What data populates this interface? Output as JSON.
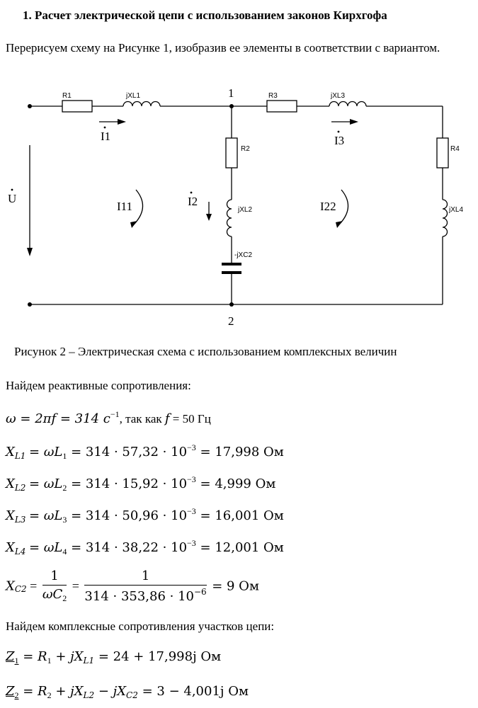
{
  "heading": "1.  Расчет электрической цепи с использованием законов Кирхгофа",
  "intro": "Перерисуем схему на Рисунке 1, изобразив ее элементы в соответствии с вариантом.",
  "circuit": {
    "labels": {
      "R1": "R1",
      "XL1": "jXL1",
      "R3": "R3",
      "XL3": "jXL3",
      "R2": "R2",
      "XL2": "jXL2",
      "XC2": "-jXC2",
      "R4": "R4",
      "XL4": "jXL4",
      "node1": "1",
      "node2": "2",
      "I1": "I1",
      "I2": "I2",
      "I3": "I3",
      "U": "U",
      "loop1": "I11",
      "loop2": "I22"
    }
  },
  "caption": "Рисунок 2 – Электрическая схема с использованием комплексных величин",
  "reactive_intro": "Найдем реактивные сопротивления:",
  "omega": {
    "lhs": "ω = 2πf = 314 с",
    "exp": "−1",
    "tail": ", так как ",
    "f_var": "f",
    "f_val": " = 50 Гц"
  },
  "xl_rows": [
    {
      "sub": "L1",
      "expr": "= ωL",
      "sub2": "1",
      "val": " = 314 · 57,32 · 10",
      "exp": "−3",
      "res": " = 17,998 Ом"
    },
    {
      "sub": "L2",
      "expr": "= ωL",
      "sub2": "2",
      "val": " = 314 · 15,92 · 10",
      "exp": "−3",
      "res": " = 4,999 Ом"
    },
    {
      "sub": "L3",
      "expr": "= ωL",
      "sub2": "3",
      "val": " = 314 · 50,96 · 10",
      "exp": "−3",
      "res": " = 16,001 Ом"
    },
    {
      "sub": "L4",
      "expr": "= ωL",
      "sub2": "4",
      "val": " = 314 · 38,22 · 10",
      "exp": "−3",
      "res": " = 12,001 Ом"
    }
  ],
  "xc2": {
    "sub": "C2",
    "num1": "1",
    "den1": "ωC",
    "den1_sub": "2",
    "num2": "1",
    "den2": "314 · 353,86 · 10",
    "den2_exp": "−6",
    "res": "= 9 Ом"
  },
  "complex_intro": "Найдем комплексные сопротивления участков цепи:",
  "z_rows": [
    {
      "z": "Z",
      "zsub": "1",
      "expr": " = R",
      "rsub": "1",
      "expr2": " + jX",
      "xsub": "L1",
      "res": " = 24 + 17,998j Ом"
    },
    {
      "z": "Z",
      "zsub": "2",
      "expr": " = R",
      "rsub": "2",
      "expr2": " + jX",
      "xsub": "L2",
      "expr3": " − jX",
      "xsub2": "C2",
      "res": " = 3 − 4,001j Ом"
    }
  ]
}
